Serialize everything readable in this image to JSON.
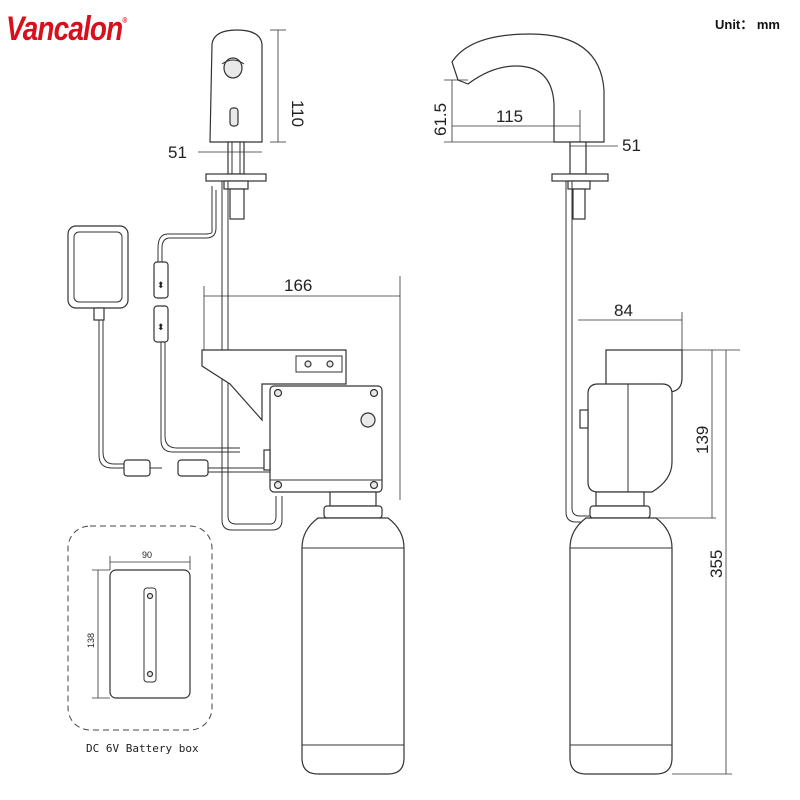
{
  "brand": {
    "name": "Vancalon",
    "mark": "®"
  },
  "unit_label": "Unit： mm",
  "battery_box": {
    "caption": "DC 6V Battery box",
    "width": "90",
    "height": "138"
  },
  "front_view": {
    "faucet_height": "110",
    "base_diameter": "51",
    "box_offset": "166"
  },
  "side_view": {
    "spout_height": "61.5",
    "spout_reach": "115",
    "base_diameter": "51",
    "box_depth": "84",
    "box_height": "139",
    "overall_height": "355"
  }
}
